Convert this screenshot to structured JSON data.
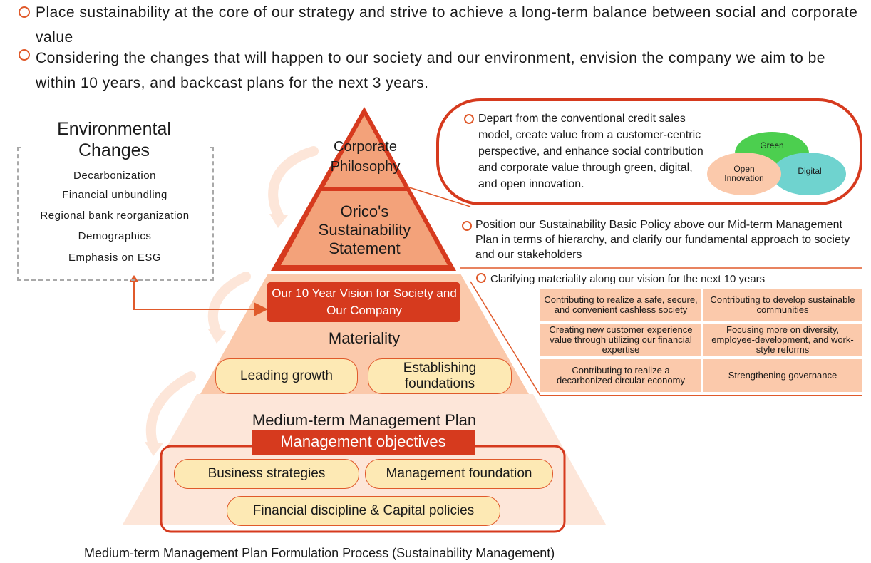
{
  "intro": {
    "bullets": [
      "Place sustainability at the core of our strategy and strive to achieve a long-term balance between social and corporate value",
      "Considering the changes that will happen to our society and our environment, envision the company we aim to be within 10 years, and backcast plans for the next 3 years."
    ]
  },
  "environmental_changes": {
    "title": "Environmental Changes",
    "items": [
      "Decarbonization",
      "Financial unbundling",
      "Regional bank reorganization",
      "Demographics",
      "Emphasis on ESG"
    ]
  },
  "pyramid": {
    "corporate_philosophy": "Corporate Philosophy",
    "sustainability_statement": "Orico's Sustainability Statement",
    "vision": "Our 10 Year Vision for Society and Our Company",
    "materiality": "Materiality",
    "materiality_pills": [
      "Leading growth",
      "Establishing foundations"
    ],
    "mtmp_title": "Medium-term Management Plan",
    "objectives_title": "Management objectives",
    "objectives": [
      "Business strategies",
      "Management foundation",
      "Financial discipline & Capital policies"
    ]
  },
  "callouts": {
    "top": "Depart from the conventional credit sales model, create value from a customer-centric perspective, and enhance social contribution and corporate value through green, digital, and open innovation.",
    "venn": [
      "Green",
      "Open Innovation",
      "Digital"
    ],
    "policy": "Position our Sustainability Basic Policy above our Mid-term Management Plan in terms of hierarchy, and clarify our fundamental approach to society and our stakeholders",
    "materiality_heading": "Clarifying materiality along our vision for the next 10 years",
    "materiality_items": [
      "Contributing to realize a safe, secure, and convenient cashless society",
      "Contributing to develop sustainable communities",
      "Creating new customer experience value through utilizing our financial expertise",
      "Focusing more on diversity, employee-development, and work-style reforms",
      "Contributing to realize a decarbonized circular economy",
      "Strengthening governance"
    ]
  },
  "caption": "Medium-term Management Plan Formulation Process (Sustainability Management)",
  "colors": {
    "accent": "#e05a2b",
    "dark_red": "#d63a1e",
    "peach": "#f3a27a",
    "light_peach": "#fbc9ab",
    "pale_peach": "#fde6d9",
    "pill": "#fde9b4",
    "green": "#4ccf4f",
    "digital": "#6fd3cf"
  }
}
